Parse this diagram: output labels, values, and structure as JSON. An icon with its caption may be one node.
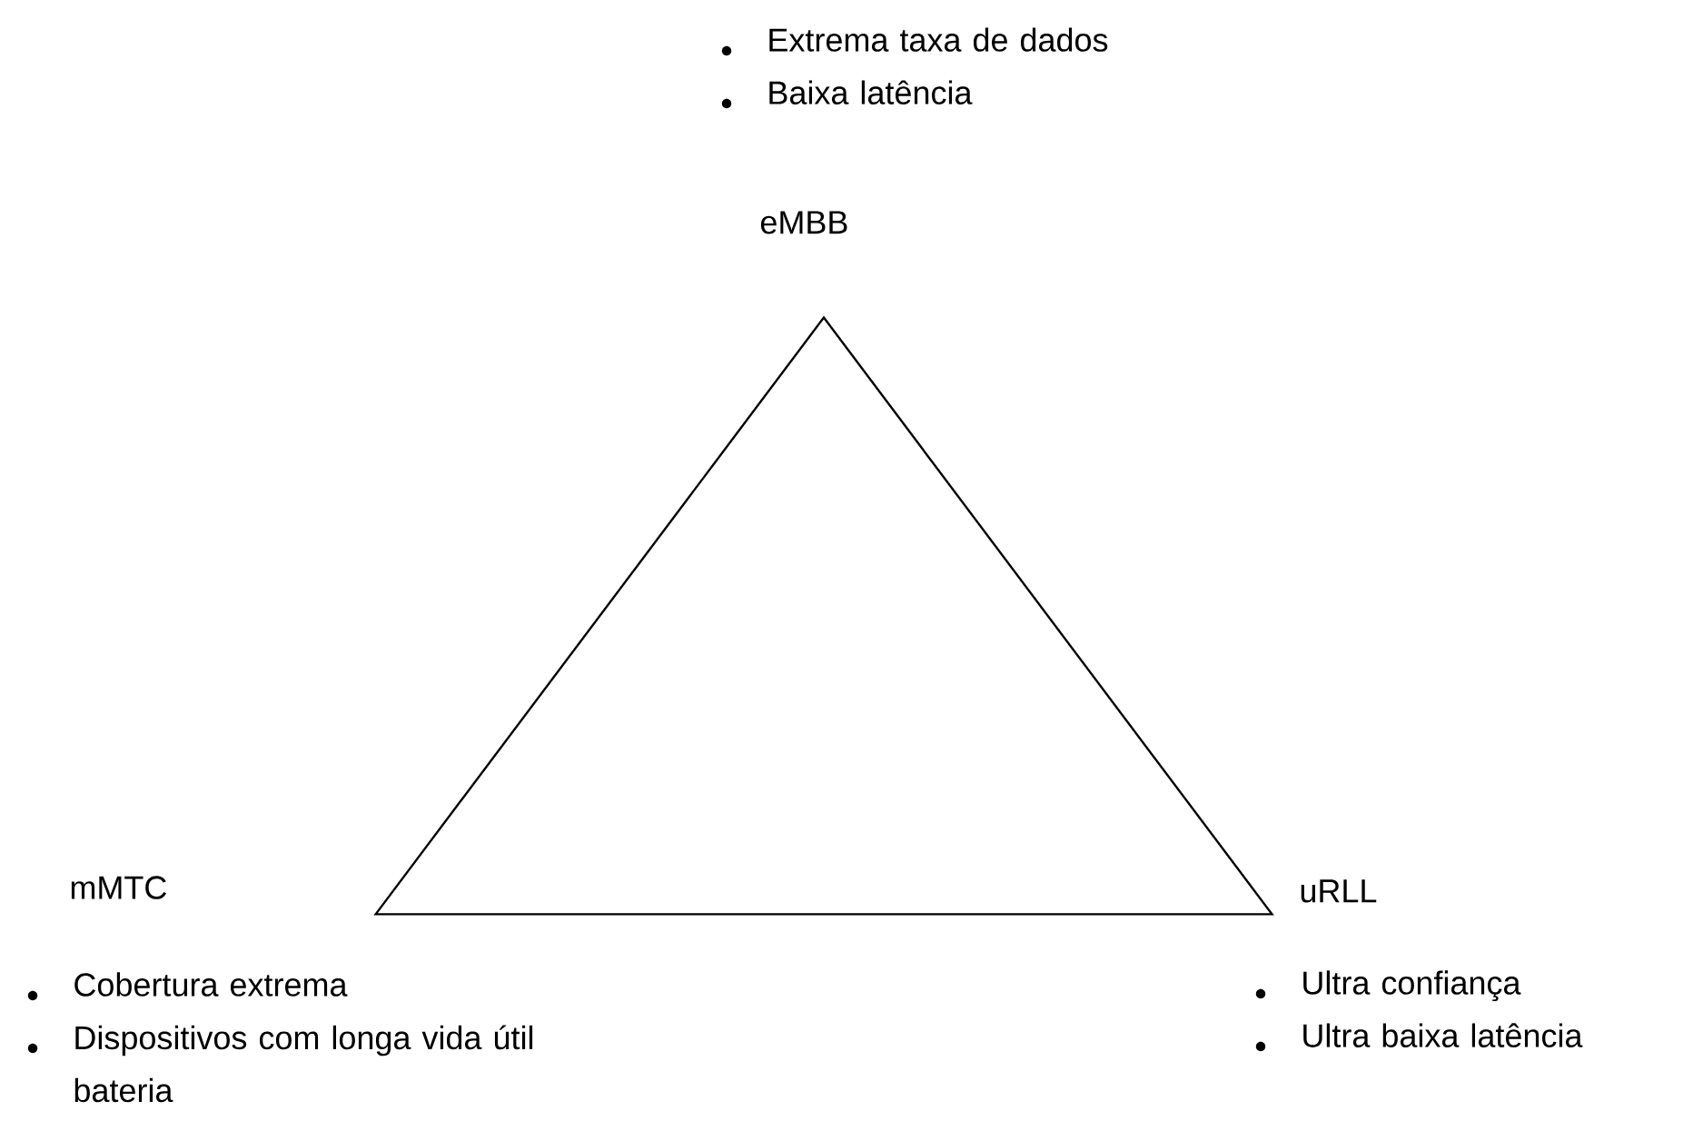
{
  "diagram": {
    "nodes": [
      {
        "text": [],
        "shape": "triangle"
      }
    ],
    "labels": [
      "Extrema taxa de dados",
      "Baixa latência",
      "eMBB",
      "mMTC",
      "uRLL",
      "Cobertura extrema",
      "Ultra confiança",
      "Dispositivos com longa vida útil bateria",
      "Ultra baixa latência"
    ]
  }
}
